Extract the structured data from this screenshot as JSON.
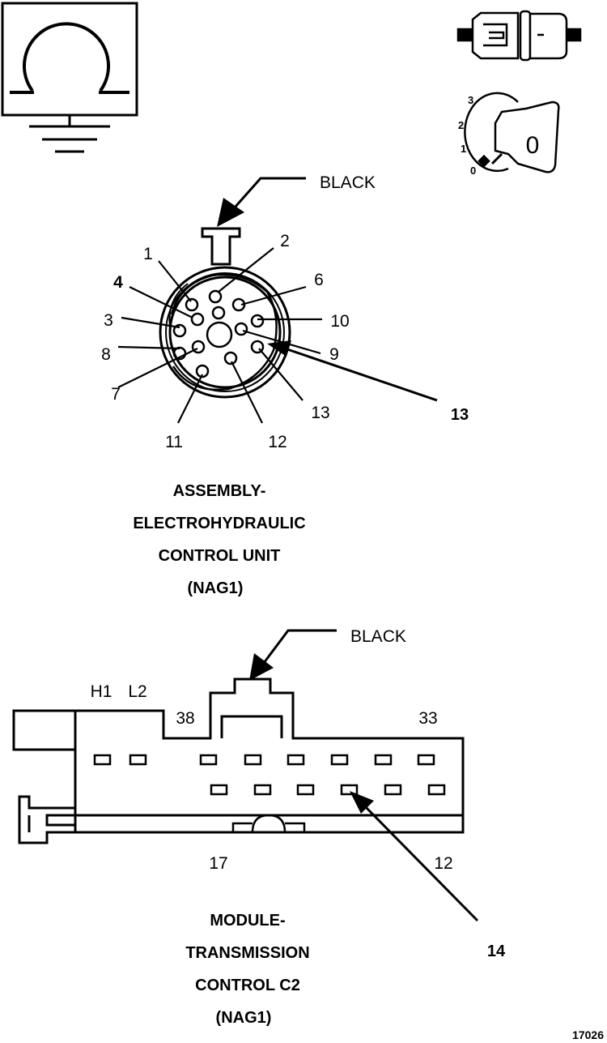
{
  "ohmmeter": {
    "icon": "ohm-ground-icon"
  },
  "ignition": {
    "icon": "ignition-key-icon",
    "positions": [
      "3",
      "2",
      "1",
      "0"
    ],
    "key_label": "0"
  },
  "connector_c1": {
    "color_label": "BLACK",
    "pins": [
      "1",
      "2",
      "4",
      "6",
      "3",
      "10",
      "8",
      "9",
      "7",
      "13",
      "11",
      "12"
    ],
    "callout": "13",
    "title_lines": [
      "ASSEMBLY-",
      "ELECTROHYDRAULIC",
      "CONTROL UNIT",
      "(NAG1)"
    ]
  },
  "connector_c2": {
    "color_label": "BLACK",
    "labels_top": [
      "H1",
      "L2",
      "38",
      "33"
    ],
    "labels_bottom": [
      "17",
      "12"
    ],
    "callout": "14",
    "title_lines": [
      "MODULE-",
      "TRANSMISSION",
      "CONTROL C2",
      "(NAG1)"
    ]
  },
  "figure_id": "17026"
}
